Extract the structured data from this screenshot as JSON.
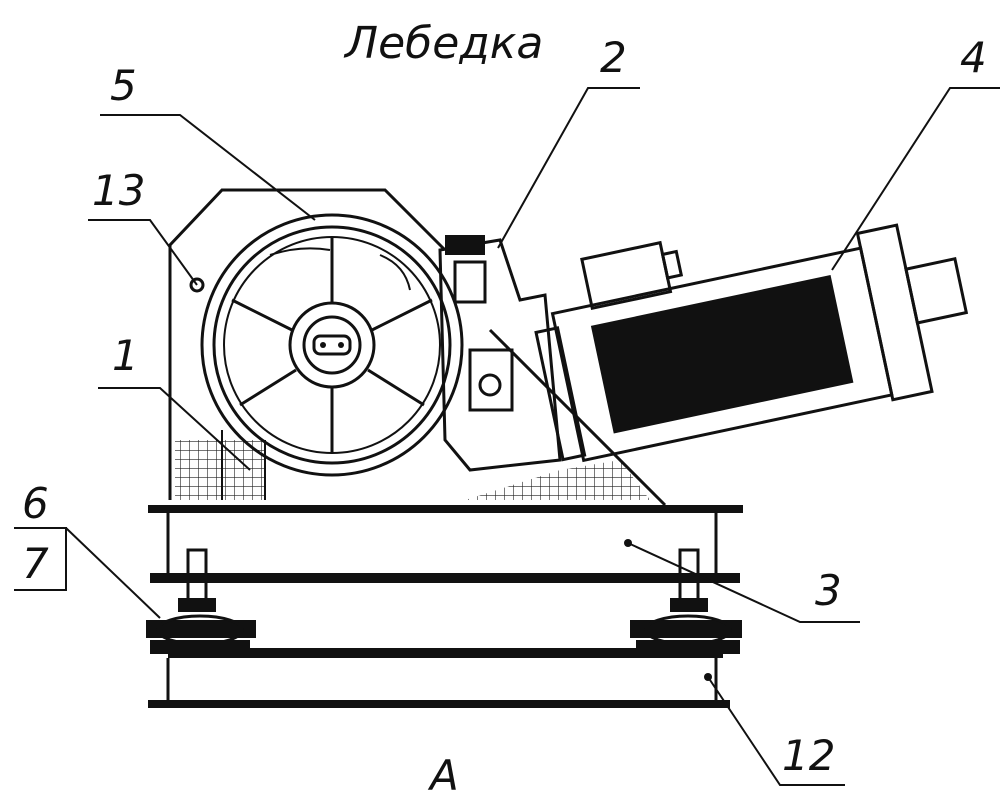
{
  "title": "Лебедка",
  "view_label": "A",
  "callouts": {
    "c1": "1",
    "c2": "2",
    "c3": "3",
    "c4": "4",
    "c5": "5",
    "c6": "6",
    "c7": "7",
    "c12": "12",
    "c13": "13"
  }
}
